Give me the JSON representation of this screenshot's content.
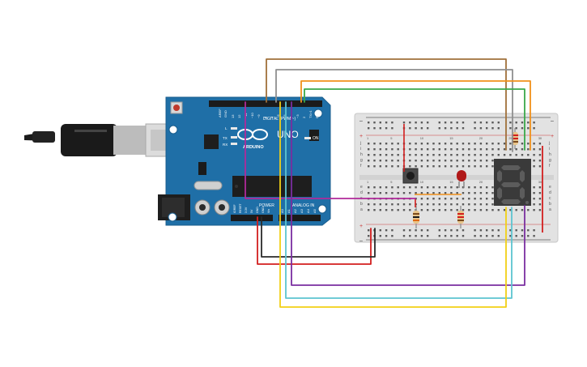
{
  "board": {
    "brand": "ARDUINO",
    "model": "UNO",
    "digital_header": "DIGITAL (PWM ~)",
    "power_header": "POWER",
    "analog_header": "ANALOG IN",
    "on_led": "ON",
    "tx": "TX",
    "rx": "RX",
    "l": "L",
    "aref": "AREF",
    "gnd": "GND",
    "digital_pins": [
      "13",
      "12",
      "~11",
      "~10",
      "~9",
      "8",
      "7",
      "~6",
      "~5",
      "4",
      "~3",
      "2",
      "TX>1",
      "RX<0"
    ],
    "power_pins": [
      "IOREF",
      "RESET",
      "3.3V",
      "5V",
      "GND",
      "GND",
      "Vin"
    ],
    "analog_pins": [
      "A0",
      "A1",
      "A2",
      "A3",
      "A4",
      "A5"
    ]
  },
  "breadboard": {
    "row_letters_top": [
      "j",
      "i",
      "h",
      "g",
      "f"
    ],
    "row_letters_bottom": [
      "e",
      "d",
      "c",
      "b",
      "a"
    ],
    "col_numbers": [
      "1",
      "5",
      "10",
      "15",
      "20",
      "25",
      "30"
    ]
  },
  "colors": {
    "board": "#1f6fa7",
    "wire_brown": "#a0703a",
    "wire_gray": "#8f8f8f",
    "wire_orange": "#f0901a",
    "wire_green": "#3aa84a",
    "wire_red": "#d21e1e",
    "wire_black": "#2a2a2a",
    "wire_purple": "#7a2ea0",
    "wire_cyan": "#5cc4d0",
    "wire_yellow": "#f2d016",
    "wire_magenta": "#b02a9a",
    "segment_display": "#3a3a3a",
    "led": "#b01818"
  },
  "icons": [
    "usb-cable-icon",
    "arduino-logo-icon",
    "reset-button-icon"
  ]
}
